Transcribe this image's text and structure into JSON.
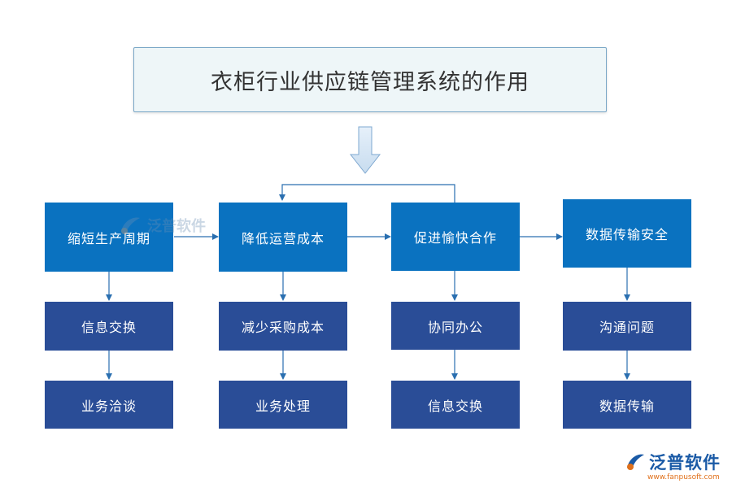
{
  "title": "衣柜行业供应链管理系统的作用",
  "columns": [
    {
      "head": "缩短生产周期",
      "items": [
        "信息交换",
        "业务洽谈"
      ]
    },
    {
      "head": "降低运营成本",
      "items": [
        "减少采购成本",
        "业务处理"
      ]
    },
    {
      "head": "促进愉快合作",
      "items": [
        "协同办公",
        "信息交换"
      ]
    },
    {
      "head": "数据传输安全",
      "items": [
        "沟通问题",
        "数据传输"
      ]
    }
  ],
  "watermark": "泛普软件",
  "logo": {
    "name": "泛普软件",
    "url": "www.fanpusoft.com"
  },
  "colors": {
    "primary_node": "#0a72c0",
    "secondary_node": "#2a4d97",
    "connector": "#2a6fb0",
    "title_border": "#7aa7c7",
    "title_fill": "#eef6f8"
  }
}
